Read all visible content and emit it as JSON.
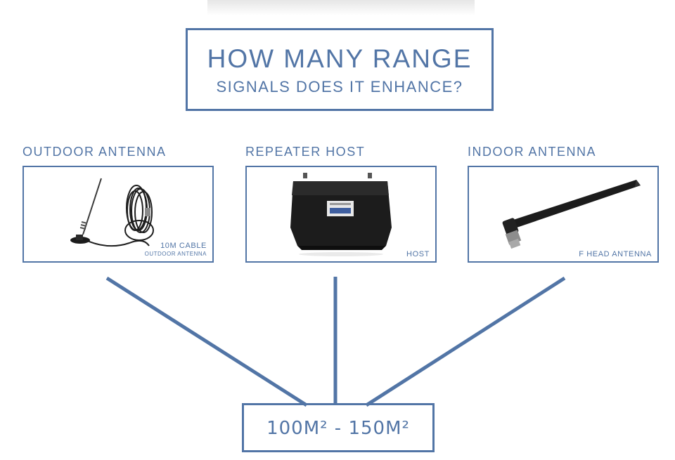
{
  "title": {
    "main": "HOW MANY RANGE",
    "sub": "SIGNALS DOES IT ENHANCE?"
  },
  "columns": [
    {
      "label": "OUTDOOR ANTENNA",
      "caption_line1": "10M CABLE",
      "caption_line2": "OUTDOOR ANTENNA",
      "icon": "outdoor-antenna-icon"
    },
    {
      "label": "REPEATER HOST",
      "caption_line1": "HOST",
      "icon": "repeater-host-icon"
    },
    {
      "label": "INDOOR ANTENNA",
      "caption_line1": "F HEAD ANTENNA",
      "icon": "indoor-antenna-icon"
    }
  ],
  "result": "100M² - 150M²",
  "colors": {
    "accent": "#5275a6",
    "device_dark": "#1c1c1c"
  }
}
